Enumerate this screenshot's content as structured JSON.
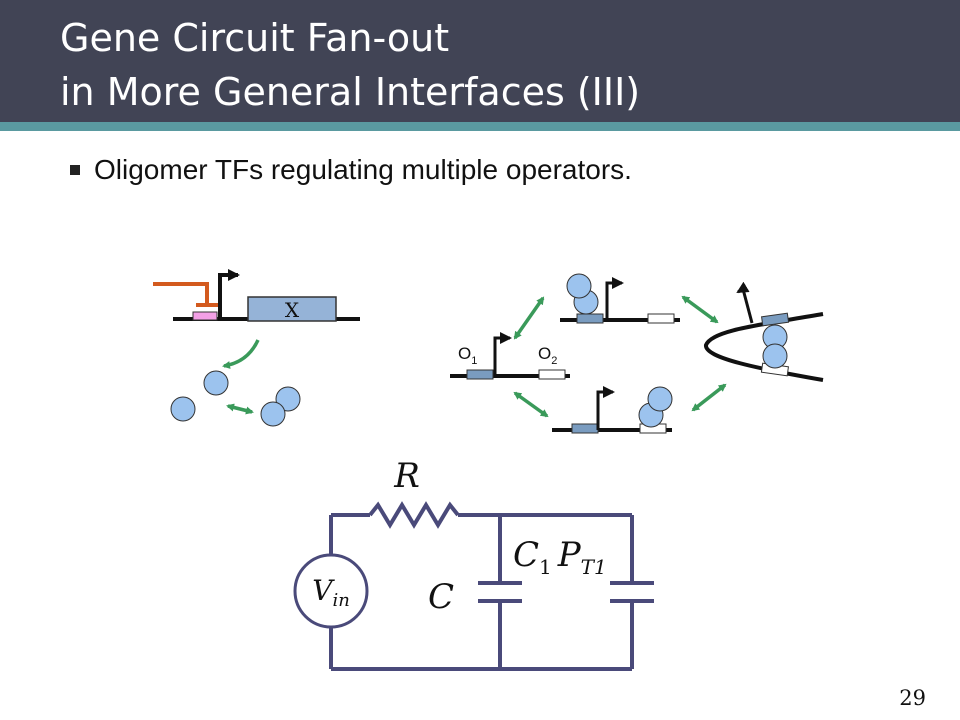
{
  "slide": {
    "title_line_1": "Gene Circuit Fan-out",
    "title_line_2": "in More General Interfaces (III)",
    "bullet": "Oligomer TFs regulating multiple operators.",
    "page_number": "29"
  },
  "gene_diagram": {
    "gene_label": "X",
    "operator_1": "O",
    "operator_1_sub": "1",
    "operator_2": "O",
    "operator_2_sub": "2"
  },
  "circuit": {
    "resistor": "R",
    "capacitor": "C",
    "fanout_capacitor": "C",
    "fanout_capacitor_sub_1": "1",
    "fanout_capacitor_p": "P",
    "fanout_capacitor_sub_2": "T1",
    "source": "V",
    "source_sub": "in"
  },
  "colors": {
    "title_bg": "#414455",
    "accent": "#5a9aa0",
    "repression": "#d35a1e",
    "arrow": "#3a9a5a",
    "monomer": "#9cc3ee",
    "gene_box": "#95b3d7",
    "operator_box": "#7a9cc0",
    "promoter_pink": "#f3a0e6",
    "wire": "#4a4a7a"
  }
}
